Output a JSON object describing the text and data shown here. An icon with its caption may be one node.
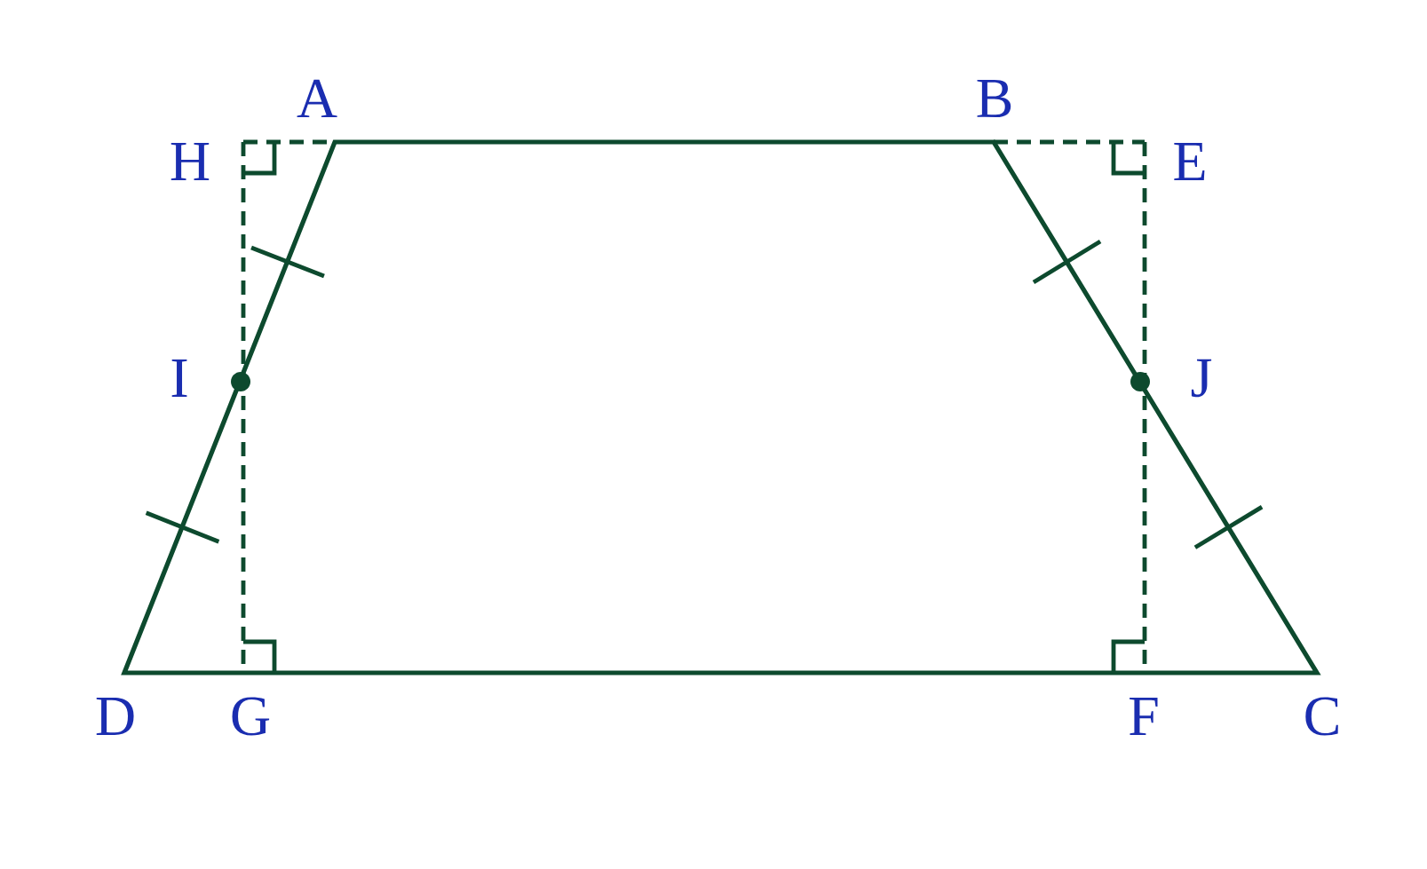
{
  "diagram": {
    "labels": [
      "A",
      "B",
      "H",
      "E",
      "I",
      "J",
      "D",
      "G",
      "F",
      "C"
    ]
  }
}
